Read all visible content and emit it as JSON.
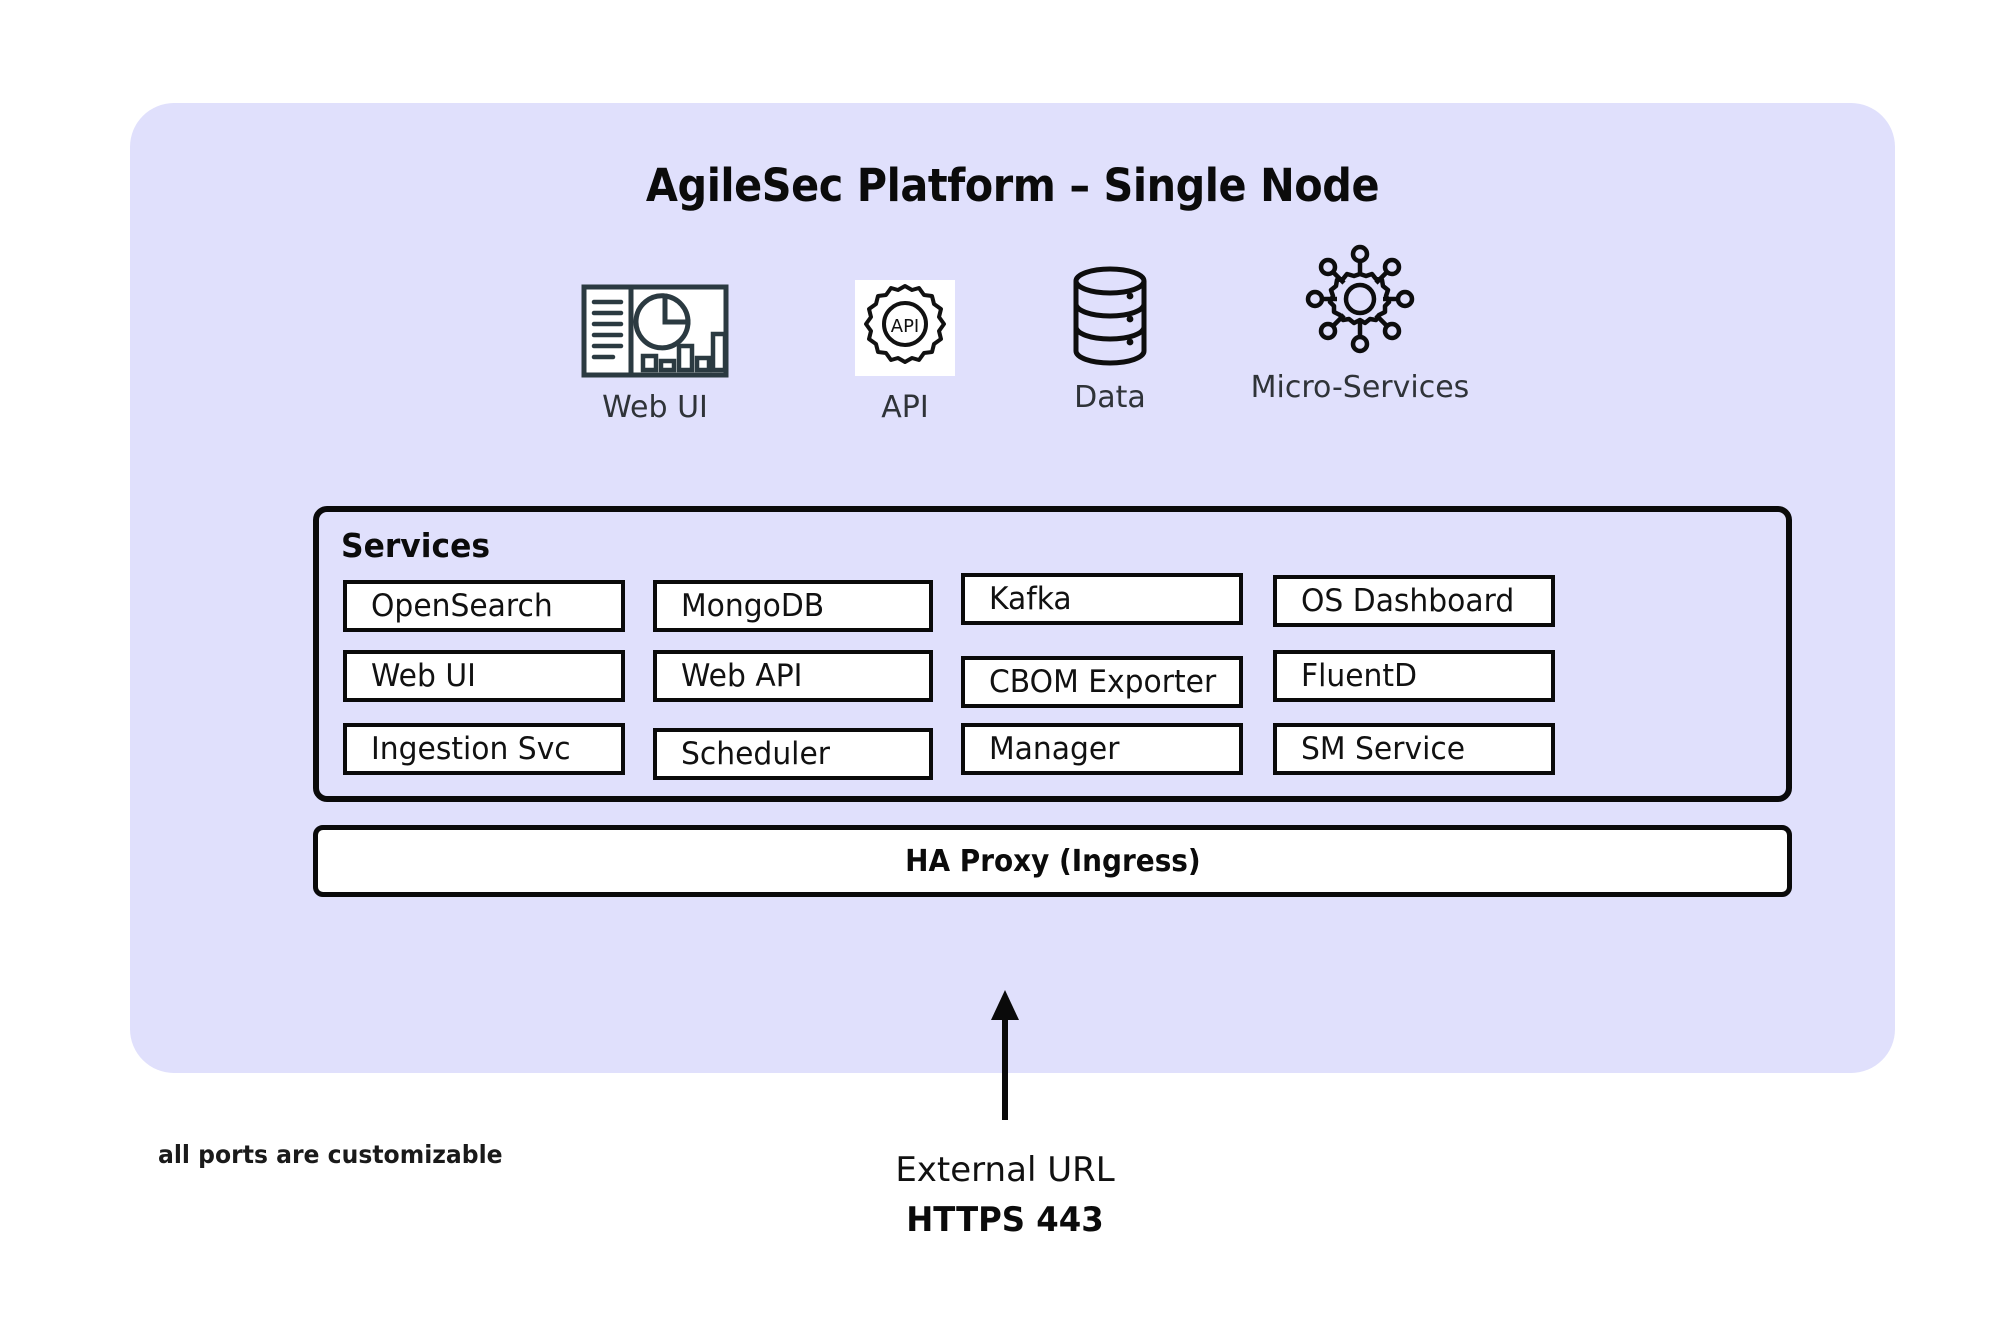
{
  "platform": {
    "title": "AgileSec Platform – Single Node",
    "panel_color": "#e0e0fc"
  },
  "capabilities": [
    {
      "icon": "dashboard-icon",
      "label": "Web UI"
    },
    {
      "icon": "api-gear-icon",
      "label": "API"
    },
    {
      "icon": "database-icon",
      "label": "Data"
    },
    {
      "icon": "microservices-icon",
      "label": "Micro-Services"
    }
  ],
  "services": {
    "heading": "Services",
    "columns": [
      [
        "OpenSearch",
        "Web UI",
        "Ingestion Svc"
      ],
      [
        "MongoDB",
        "Web API",
        "Scheduler"
      ],
      [
        "Kafka",
        "CBOM Exporter",
        "Manager"
      ],
      [
        "OS Dashboard",
        "FluentD",
        "SM Service"
      ]
    ]
  },
  "ingress": {
    "label": "HA Proxy (Ingress)",
    "arrow": "up-arrow-icon"
  },
  "notes": {
    "ports": "all ports are customizable",
    "external_url_label": "External URL",
    "external_url_port": "HTTPS 443"
  }
}
